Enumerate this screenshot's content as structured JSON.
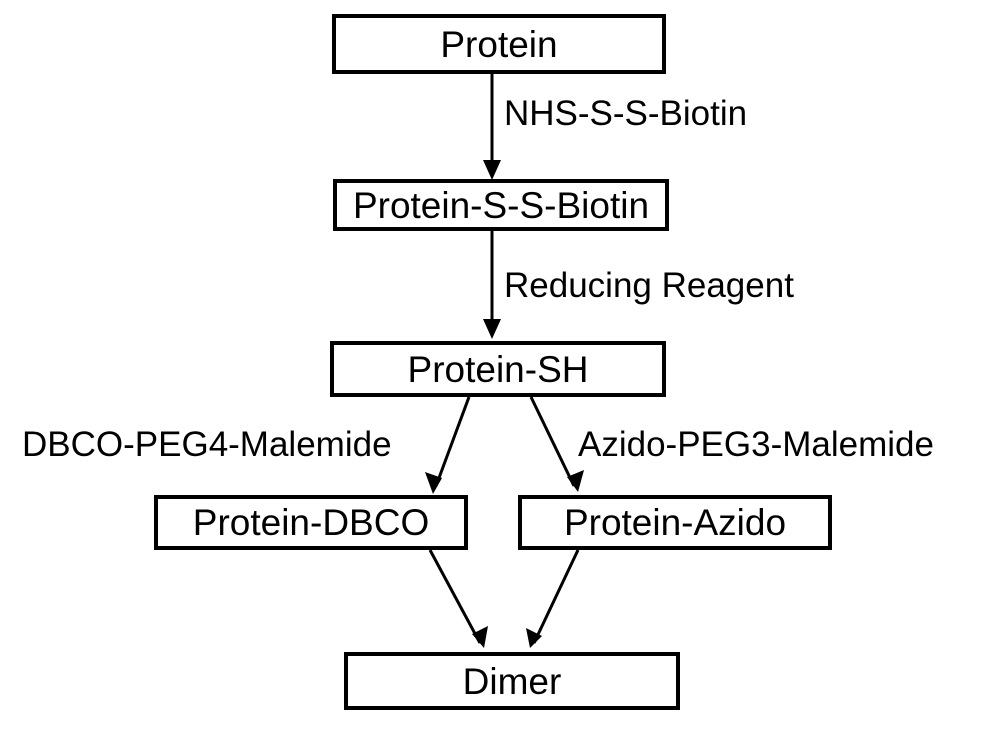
{
  "nodes": {
    "protein": "Protein",
    "protein_ss_biotin": "Protein-S-S-Biotin",
    "protein_sh": "Protein-SH",
    "protein_dbco": "Protein-DBCO",
    "protein_azido": "Protein-Azido",
    "dimer": "Dimer"
  },
  "edges": {
    "nhs_ss_biotin": "NHS-S-S-Biotin",
    "reducing_reagent": "Reducing Reagent",
    "dbco_peg4_malemide": "DBCO-PEG4-Malemide",
    "azido_peg3_malemide": "Azido-PEG3-Malemide"
  }
}
